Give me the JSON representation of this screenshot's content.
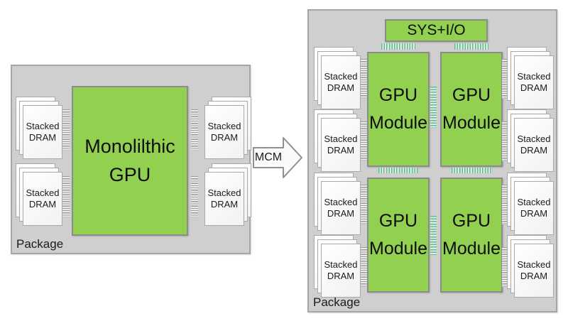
{
  "colors": {
    "chip_green": "#92d050",
    "package_fill": "#cfcfcf",
    "package_border": "#a6a6a6",
    "green_link_hatch": "#5cbe8c",
    "gray_bus_hatch": "#9a9a9a",
    "dram_card_fill": "#f7f7f7"
  },
  "left_package": {
    "label": "Package",
    "chip": {
      "line1": "Monolilthic",
      "line2": "GPU"
    },
    "dram": {
      "line1": "Stacked",
      "line2": "DRAM"
    }
  },
  "arrow": {
    "label": "MCM"
  },
  "right_package": {
    "label": "Package",
    "sys_io": "SYS+I/O",
    "module": {
      "line1": "GPU",
      "line2": "Module"
    },
    "dram": {
      "line1": "Stacked",
      "line2": "DRAM"
    }
  }
}
